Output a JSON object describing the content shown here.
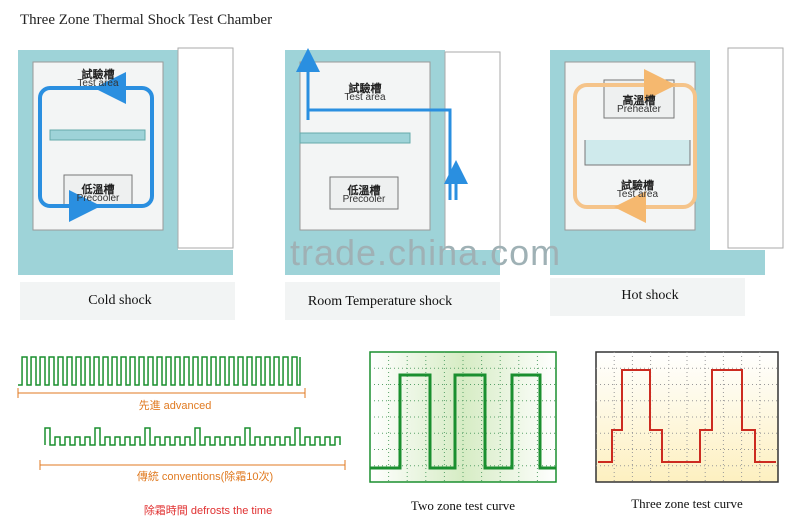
{
  "header": {
    "title": "Three Zone Thermal Shock Test Chamber"
  },
  "panels": [
    {
      "caption": "Cold shock",
      "top_zh": "試驗槽",
      "top_en": "Test area",
      "bottom_zh": "低溫槽",
      "bottom_en": "Precooler"
    },
    {
      "caption": "Room Temperature shock",
      "top_zh": "試驗槽",
      "top_en": "Test area",
      "bottom_zh": "低溫槽",
      "bottom_en": "Precooler"
    },
    {
      "caption": "Hot shock",
      "top_zh": "高溫槽",
      "top_en": "Preheater",
      "bottom_zh": "試驗槽",
      "bottom_en": "Test area"
    }
  ],
  "watermark": "trade.china.com",
  "defrost": {
    "advanced": "先進 advanced",
    "conventions": "傳統 conventions(除霜10次)",
    "defrosts": "除霜時間  defrosts the time"
  },
  "curves": {
    "two_zone": "Two zone test curve",
    "three_zone": "Three zone test curve"
  },
  "colors": {
    "cyan": "#9ed3d8",
    "blue_arrow": "#2a8fe0",
    "orange_arrow": "#f5c48a",
    "green": "#1a8f2f",
    "red": "#cc2b20"
  }
}
